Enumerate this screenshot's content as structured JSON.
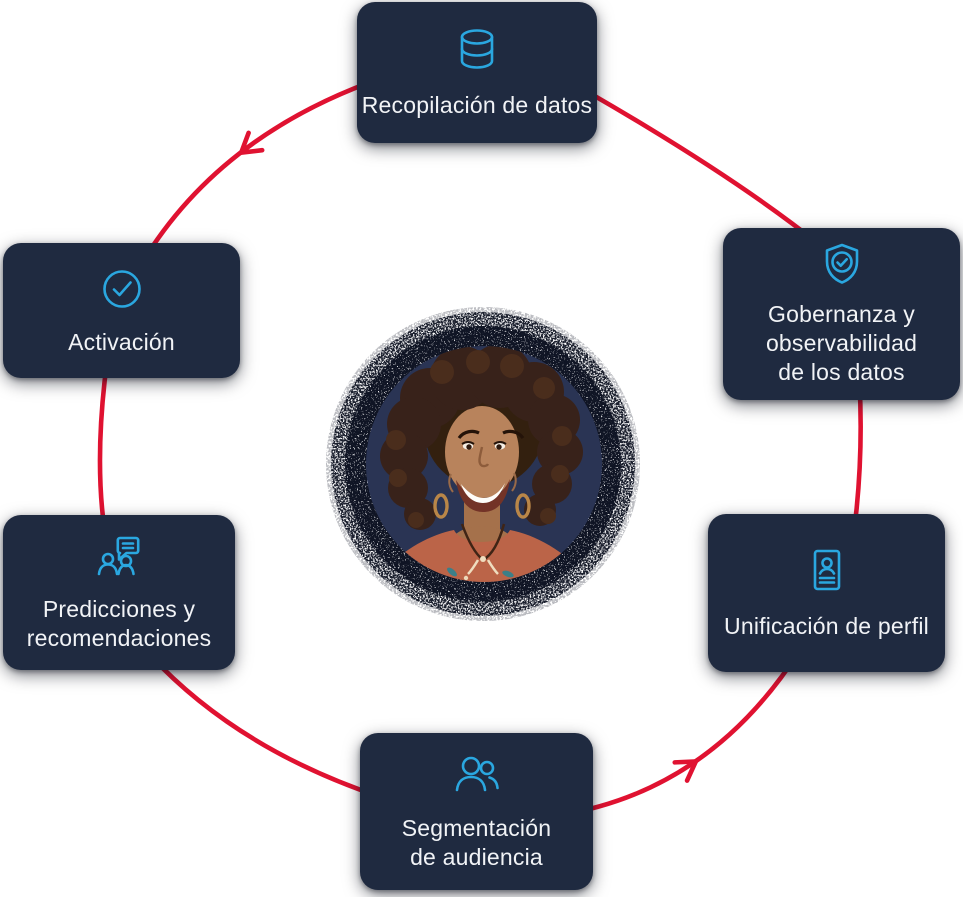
{
  "cycle": {
    "direction": "counterclockwise",
    "center_image": "smiling-woman-portrait",
    "nodes": [
      {
        "id": "recopilacion",
        "position": "top",
        "icon": "database-icon",
        "label": "Recopilación de datos"
      },
      {
        "id": "gobernanza",
        "position": "top-right",
        "icon": "shield-check-icon",
        "label": "Gobernanza y\nobservabilidad\nde los datos"
      },
      {
        "id": "unificacion",
        "position": "bottom-right",
        "icon": "id-card-icon",
        "label": "Unificación de perfil"
      },
      {
        "id": "segmentacion",
        "position": "bottom",
        "icon": "audience-icon",
        "label": "Segmentación\nde audiencia"
      },
      {
        "id": "predicciones",
        "position": "bottom-left",
        "icon": "people-chat-icon",
        "label": "Predicciones y\nrecomendaciones"
      },
      {
        "id": "activacion",
        "position": "top-left",
        "icon": "check-circle-icon",
        "label": "Activación"
      }
    ],
    "colors": {
      "background": "#ffffff",
      "card_bg": "#1f2a40",
      "label_text": "#f1f3f6",
      "icon_blue": "#2aa7e0",
      "arrow_red": "#e01231",
      "center_bg": "#2a3454"
    }
  }
}
